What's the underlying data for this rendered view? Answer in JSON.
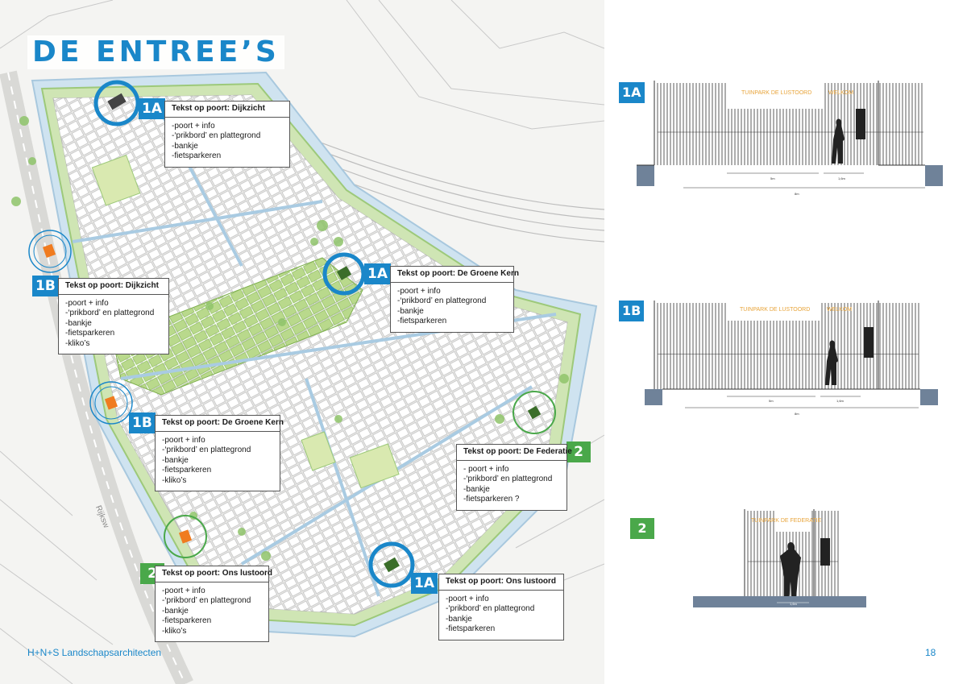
{
  "page": {
    "title": "DE ENTREE’S",
    "footer_left": "H+N+S Landschapsarchitecten",
    "page_number": "18"
  },
  "colors": {
    "blue": "#1a87c9",
    "green": "#4aa84a",
    "orange": "#f07b1f",
    "gold": "#e8a43a"
  },
  "map": {
    "street_label": "Rijksw"
  },
  "callouts": [
    {
      "badge": "1A",
      "color": "blue",
      "heading": "Tekst op poort: Dijkzicht",
      "items": [
        "-poort + info",
        "-‘prikbord’ en plattegrond",
        "-bankje",
        "-fietsparkeren"
      ]
    },
    {
      "badge": "1B",
      "color": "blue",
      "heading": "Tekst op poort: Dijkzicht",
      "items": [
        "-poort + info",
        "-‘prikbord’ en plattegrond",
        "-bankje",
        "-fietsparkeren",
        "-kliko’s"
      ]
    },
    {
      "badge": "1A",
      "color": "blue",
      "heading": "Tekst op poort: De Groene Kern",
      "items": [
        "-poort + info",
        "-‘prikbord’ en plattegrond",
        "-bankje",
        "-fietsparkeren"
      ]
    },
    {
      "badge": "1B",
      "color": "blue",
      "heading": "Tekst op poort: De Groene Kern",
      "items": [
        "-poort + info",
        "-‘prikbord’ en plattegrond",
        "-bankje",
        "-fietsparkeren",
        "-kliko’s"
      ]
    },
    {
      "badge": "2",
      "color": "green",
      "heading": "Tekst op poort: De Federatie",
      "items": [
        "- poort + info",
        "-‘prikbord’ en plattegrond",
        "-bankje",
        "-fietsparkeren ?"
      ]
    },
    {
      "badge": "2",
      "color": "green",
      "heading": "Tekst op poort: Ons lustoord",
      "items": [
        "-poort + info",
        "-‘prikbord’ en plattegrond",
        "-bankje",
        "-fietsparkeren",
        "-kliko’s"
      ]
    },
    {
      "badge": "1A",
      "color": "blue",
      "heading": "Tekst op poort: Ons lustoord",
      "items": [
        "-poort + info",
        "-‘prikbord’ en plattegrond",
        "-bankje",
        "-fietsparkeren"
      ]
    }
  ],
  "elevations": [
    {
      "badge": "1A",
      "color": "blue",
      "gate_text": "TUINPARK DE LUSTOORD",
      "welcome": "WELKOM",
      "dim1": "5m",
      "dim2": "1,6m",
      "dim_total": "8m"
    },
    {
      "badge": "1B",
      "color": "blue",
      "gate_text": "TUINPARK DE LUSTOORD",
      "welcome": "WELKOM",
      "dim1": "5m",
      "dim2": "1,6m",
      "dim_total": "8m"
    },
    {
      "badge": "2",
      "color": "green",
      "gate_text": "TUINPARK DE FEDERATIE",
      "dim1": "1,6m"
    }
  ]
}
